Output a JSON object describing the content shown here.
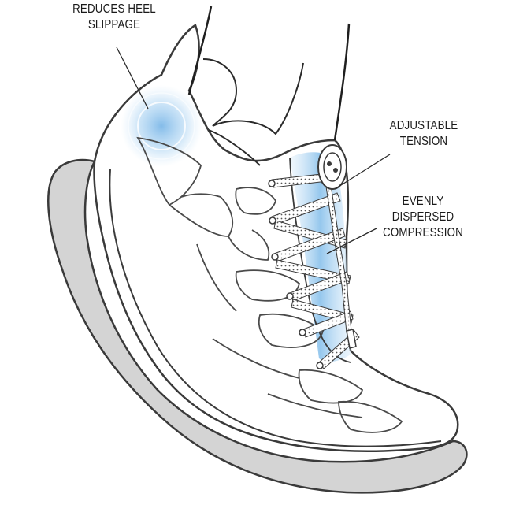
{
  "callouts": {
    "heel": {
      "lines": [
        "REDUCES HEEL",
        "SLIPPAGE"
      ]
    },
    "tension": {
      "lines": [
        "ADJUSTABLE",
        "TENSION"
      ]
    },
    "compression": {
      "lines": [
        "EVENLY",
        "DISPERSED",
        "COMPRESSION"
      ]
    }
  },
  "colors": {
    "outline": "#3a3a3a",
    "sole_fill": "#d6d6d6",
    "glow": "#8fc4ec",
    "lace": "#ffffff"
  }
}
